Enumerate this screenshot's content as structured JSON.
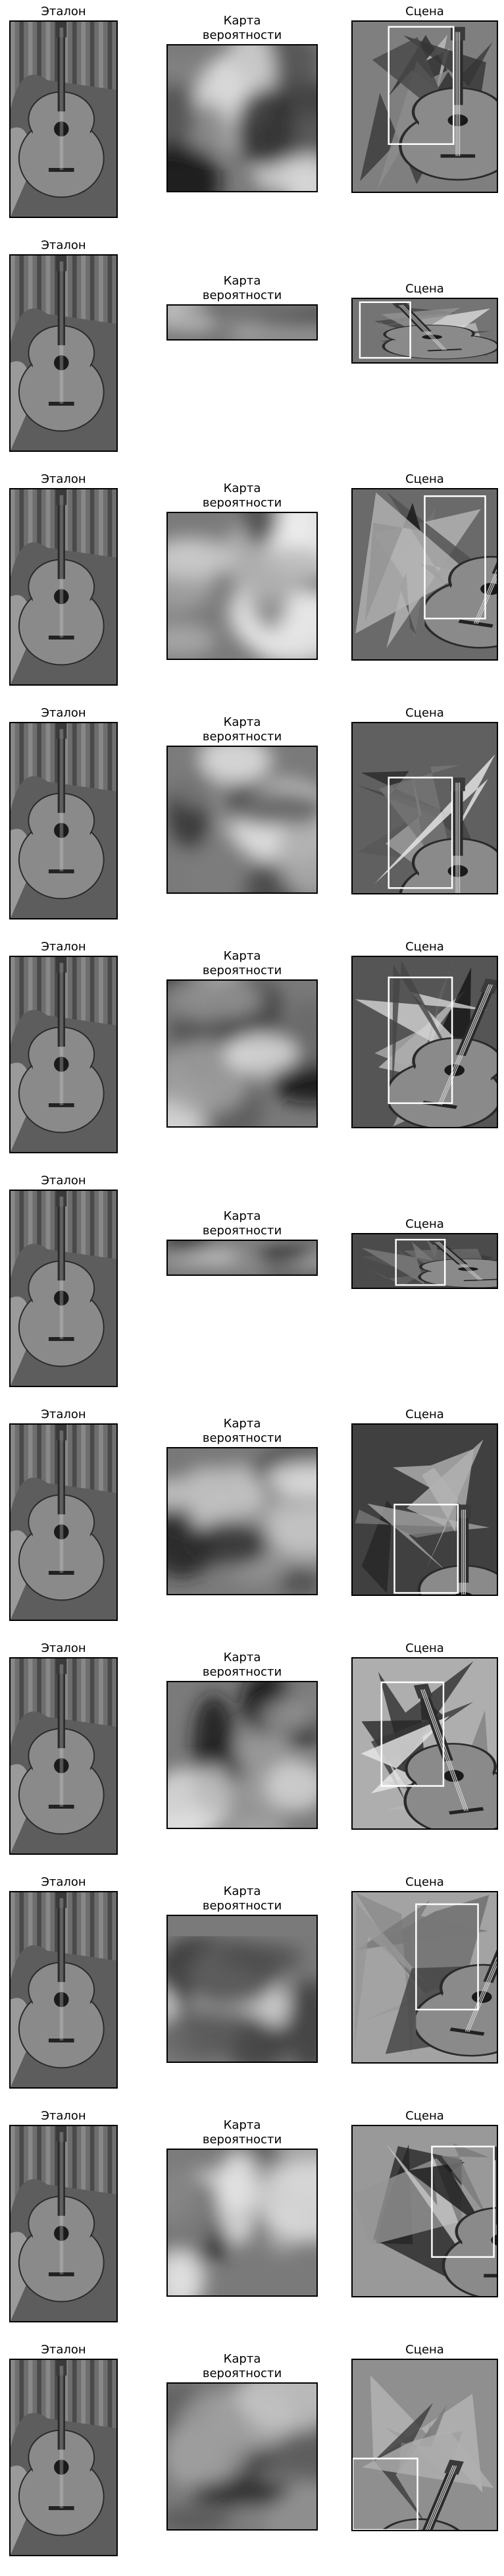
{
  "labels": {
    "reference": "Эталон",
    "probability_map_line1": "Карта",
    "probability_map_line2": "вероятности",
    "scene": "Сцена"
  },
  "rows": [
    {
      "id": 1
    },
    {
      "id": 2
    },
    {
      "id": 3
    },
    {
      "id": 4
    },
    {
      "id": 5
    },
    {
      "id": 6
    },
    {
      "id": 7
    },
    {
      "id": 8
    },
    {
      "id": 9
    },
    {
      "id": 10
    },
    {
      "id": 11
    }
  ]
}
